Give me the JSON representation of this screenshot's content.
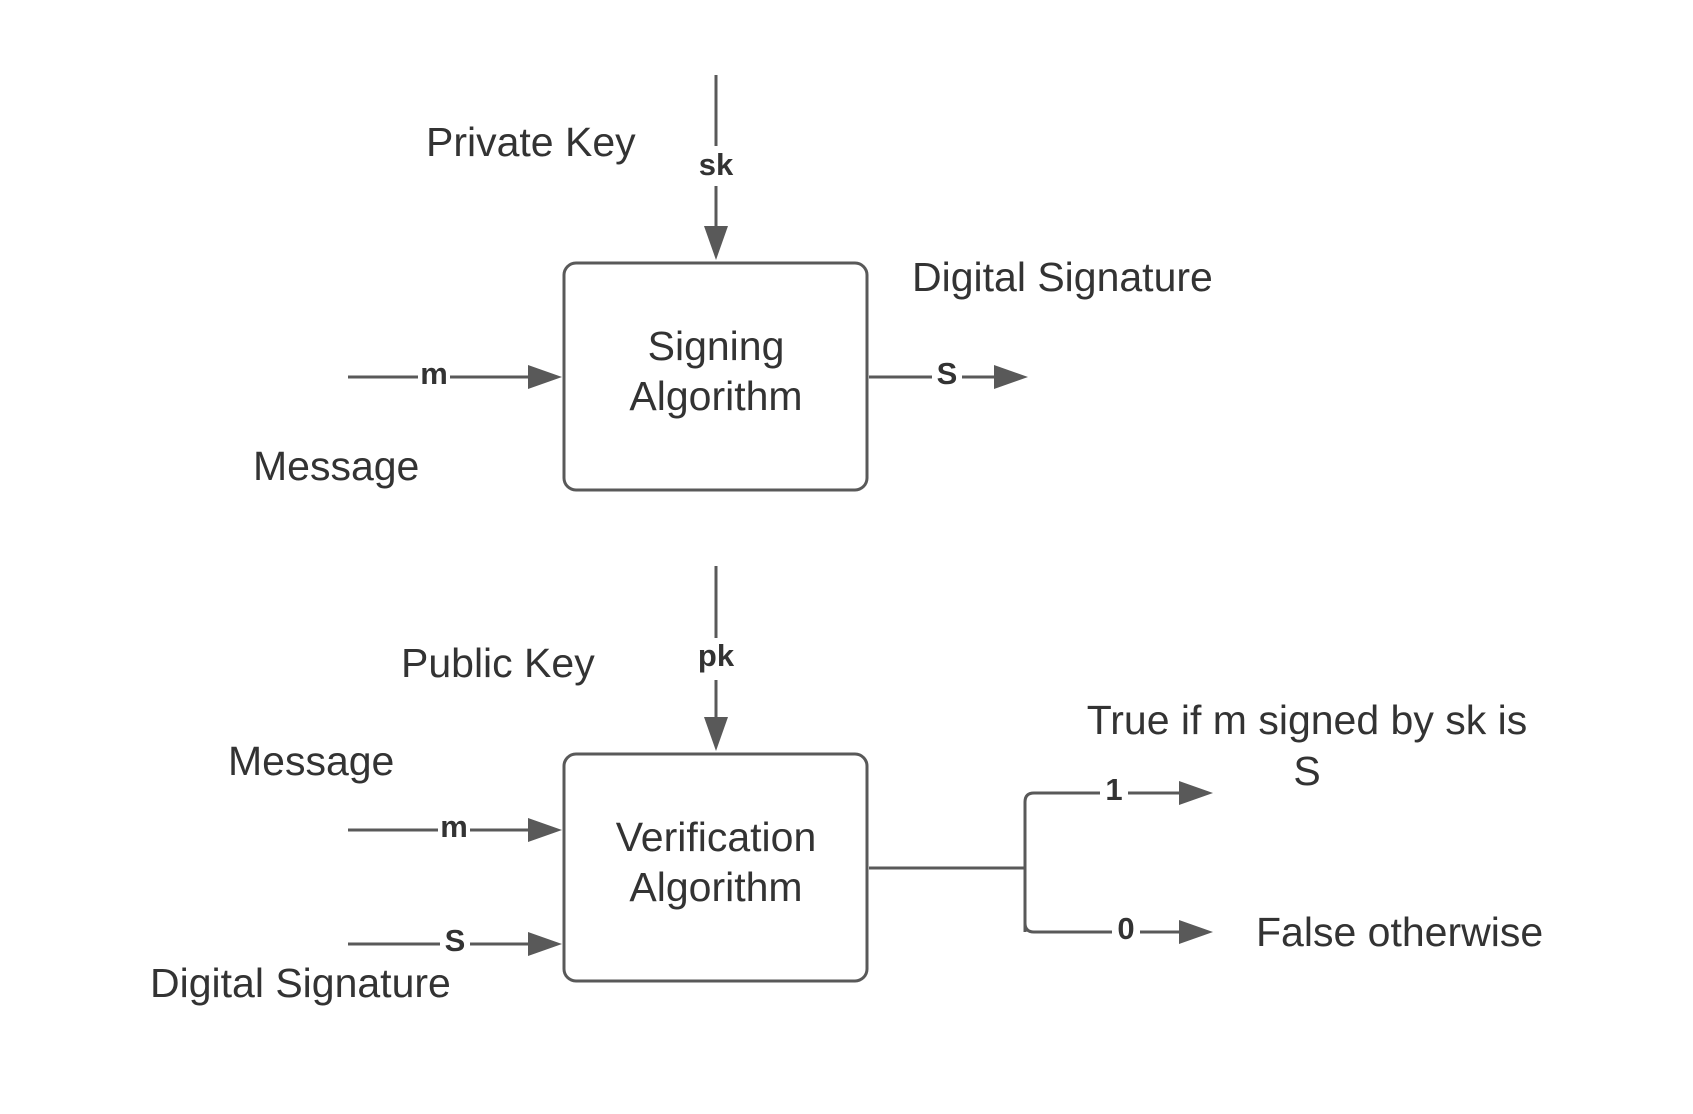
{
  "signing": {
    "title_line1": "Signing",
    "title_line2": "Algorithm",
    "input_key_caption": "Private Key",
    "input_key_label": "sk",
    "input_message_caption": "Message",
    "input_message_label": "m",
    "output_caption": "Digital Signature",
    "output_label": "S"
  },
  "verification": {
    "title_line1": "Verification",
    "title_line2": "Algorithm",
    "input_key_caption": "Public Key",
    "input_key_label": "pk",
    "input_message_caption": "Message",
    "input_message_label": "m",
    "input_signature_caption": "Digital Signature",
    "input_signature_label": "S",
    "output_true_label": "1",
    "output_true_caption_line1": "True if m signed by sk is",
    "output_true_caption_line2": "S",
    "output_false_label": "0",
    "output_false_caption": "False otherwise"
  },
  "colors": {
    "stroke": "#595959",
    "text": "#333333",
    "background": "#ffffff"
  }
}
